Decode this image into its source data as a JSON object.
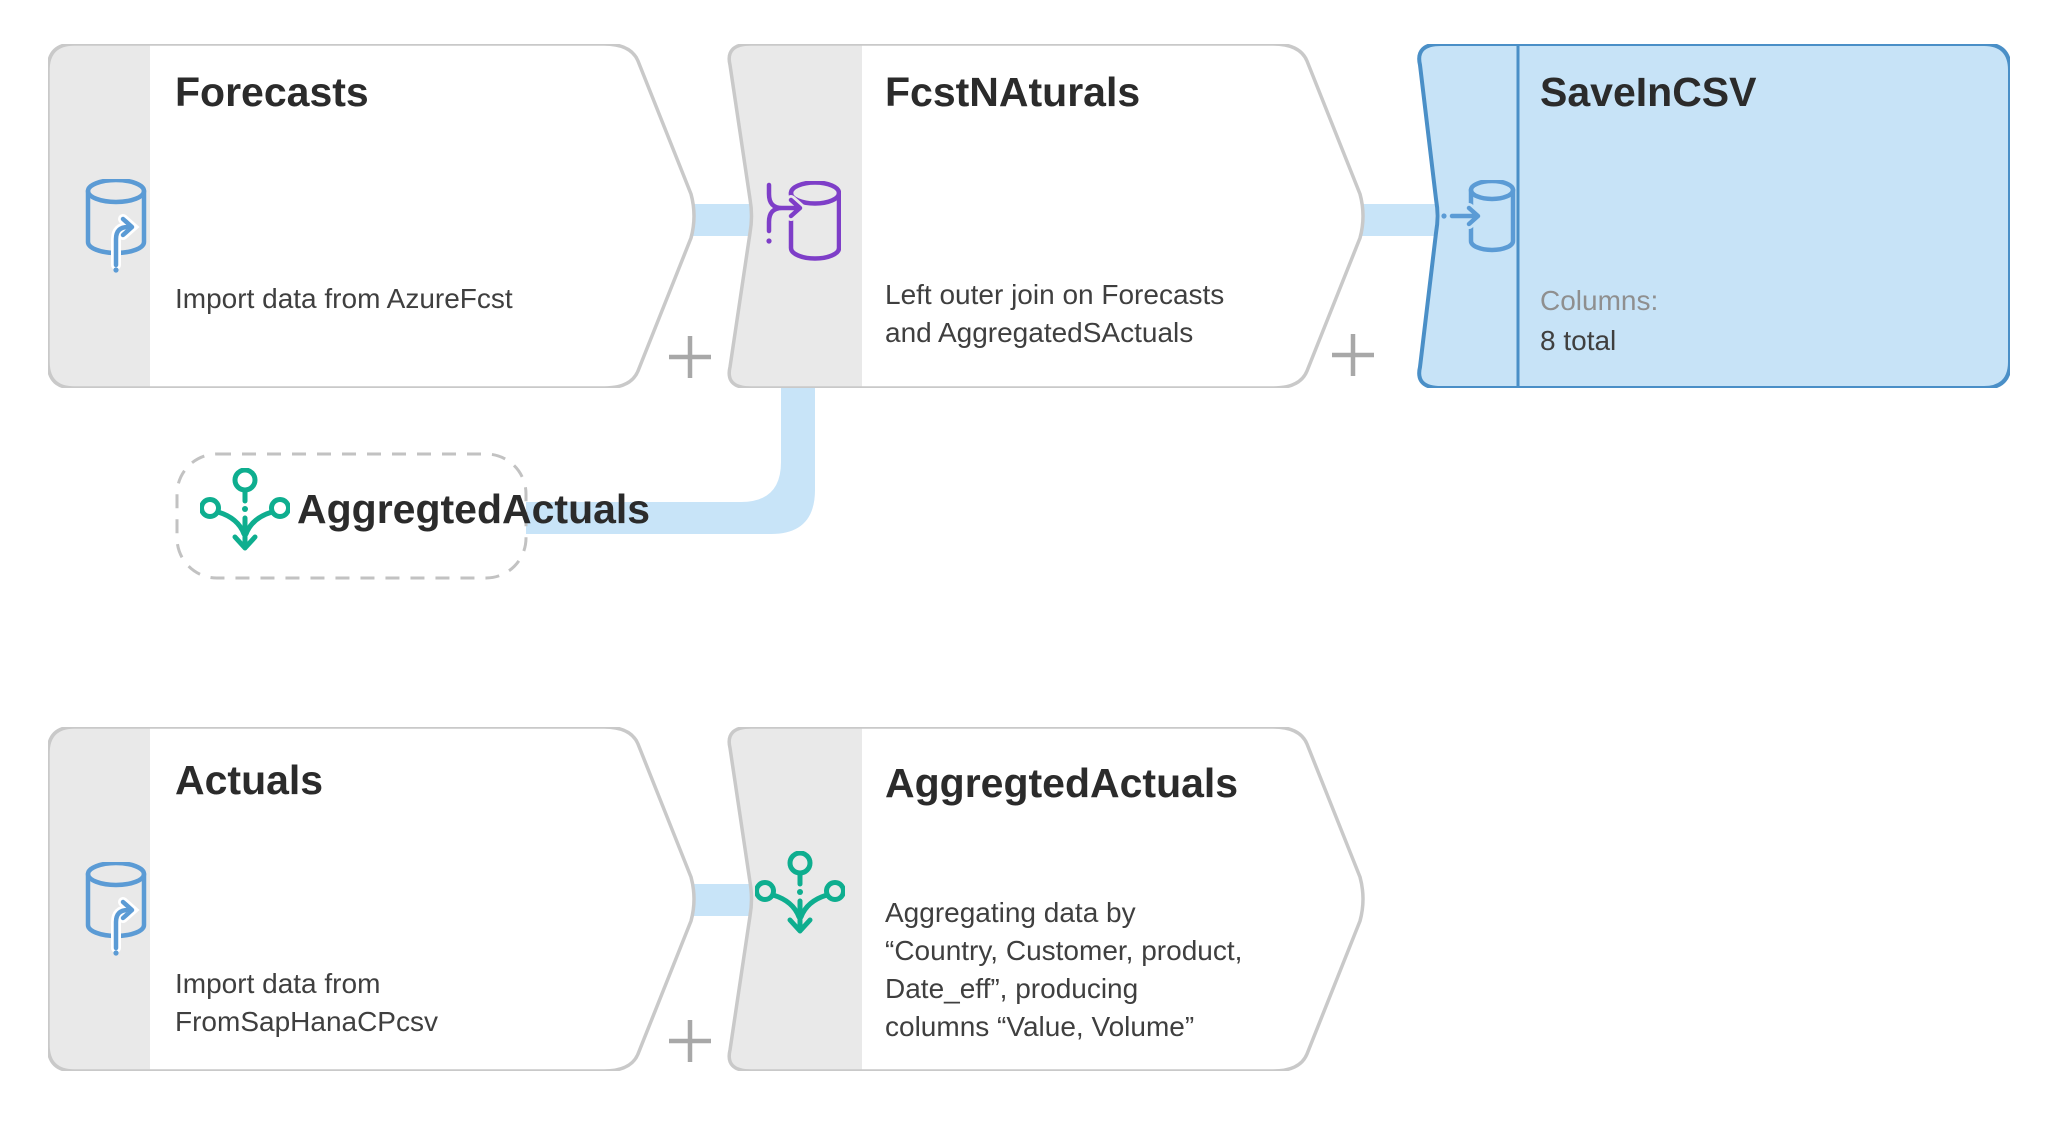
{
  "colors": {
    "card_border": "#C9C9C9",
    "band_fill": "#E9E9E9",
    "selected_fill": "#C7E3F7",
    "selected_border": "#4A8FC7",
    "connector_blue": "#C8E4F8",
    "icon_blue": "#5B9BD5",
    "icon_purple": "#7E3EC8",
    "icon_green": "#0EAE8F",
    "plus_gray": "#A8A8A8",
    "title_text": "#2B2B2B",
    "body_text": "#3F3F3F",
    "muted_text": "#8F8F8F"
  },
  "nodes": [
    {
      "title": "Forecasts",
      "description": "Import data from AzureFcst",
      "icon": "database-import-icon",
      "kind": "import",
      "selected": false
    },
    {
      "title": "FcstNAturals",
      "description": "Left outer join on Forecasts\nand AggregatedSActuals",
      "icon": "join-icon",
      "kind": "join",
      "selected": false
    },
    {
      "title": "SaveInCSV",
      "columns_label": "Columns:",
      "columns_value": "8 total",
      "icon": "database-export-icon",
      "kind": "export",
      "selected": true
    },
    {
      "title": "AggregtedActuals",
      "icon": "aggregate-icon",
      "kind": "reference",
      "selected": false
    },
    {
      "title": "Actuals",
      "description": "Import data from\nFromSapHanaCPcsv",
      "icon": "database-import-icon",
      "kind": "import",
      "selected": false
    },
    {
      "title": "AggregtedActuals",
      "description": "Aggregating data by\n“Country, Customer, product,\nDate_eff”, producing\ncolumns “Value, Volume”",
      "icon": "aggregate-icon",
      "kind": "aggregate",
      "selected": false
    }
  ],
  "add_button": {
    "icon": "plus-icon",
    "label": "+"
  }
}
